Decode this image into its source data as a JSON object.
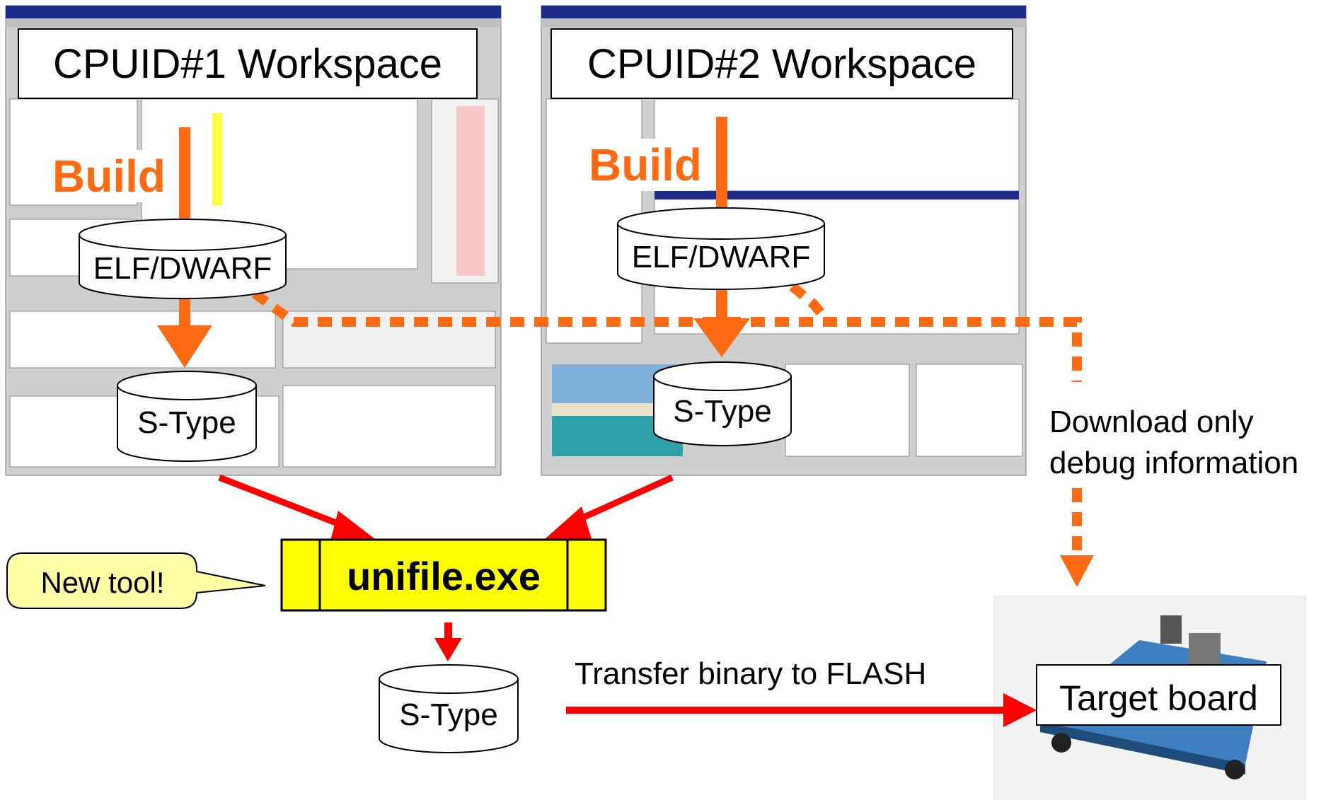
{
  "workspaces": [
    {
      "title": "CPUID#1 Workspace",
      "build_label": "Build",
      "object_format": "ELF/DWARF",
      "output": "S-Type"
    },
    {
      "title": "CPUID#2 Workspace",
      "build_label": "Build",
      "object_format": "ELF/DWARF",
      "output": "S-Type"
    }
  ],
  "tool": {
    "name": "unifile.exe",
    "callout": "New tool!"
  },
  "merged_output": "S-Type",
  "transfer_label": "Transfer binary to FLASH",
  "download_label_line1": "Download only",
  "download_label_line2": "debug information",
  "target": "Target board",
  "colors": {
    "build_arrow": "#ff6a13",
    "merge_arrow": "#ff0000",
    "tool_fill": "#ffff00",
    "callout_fill": "#ffffa8"
  }
}
